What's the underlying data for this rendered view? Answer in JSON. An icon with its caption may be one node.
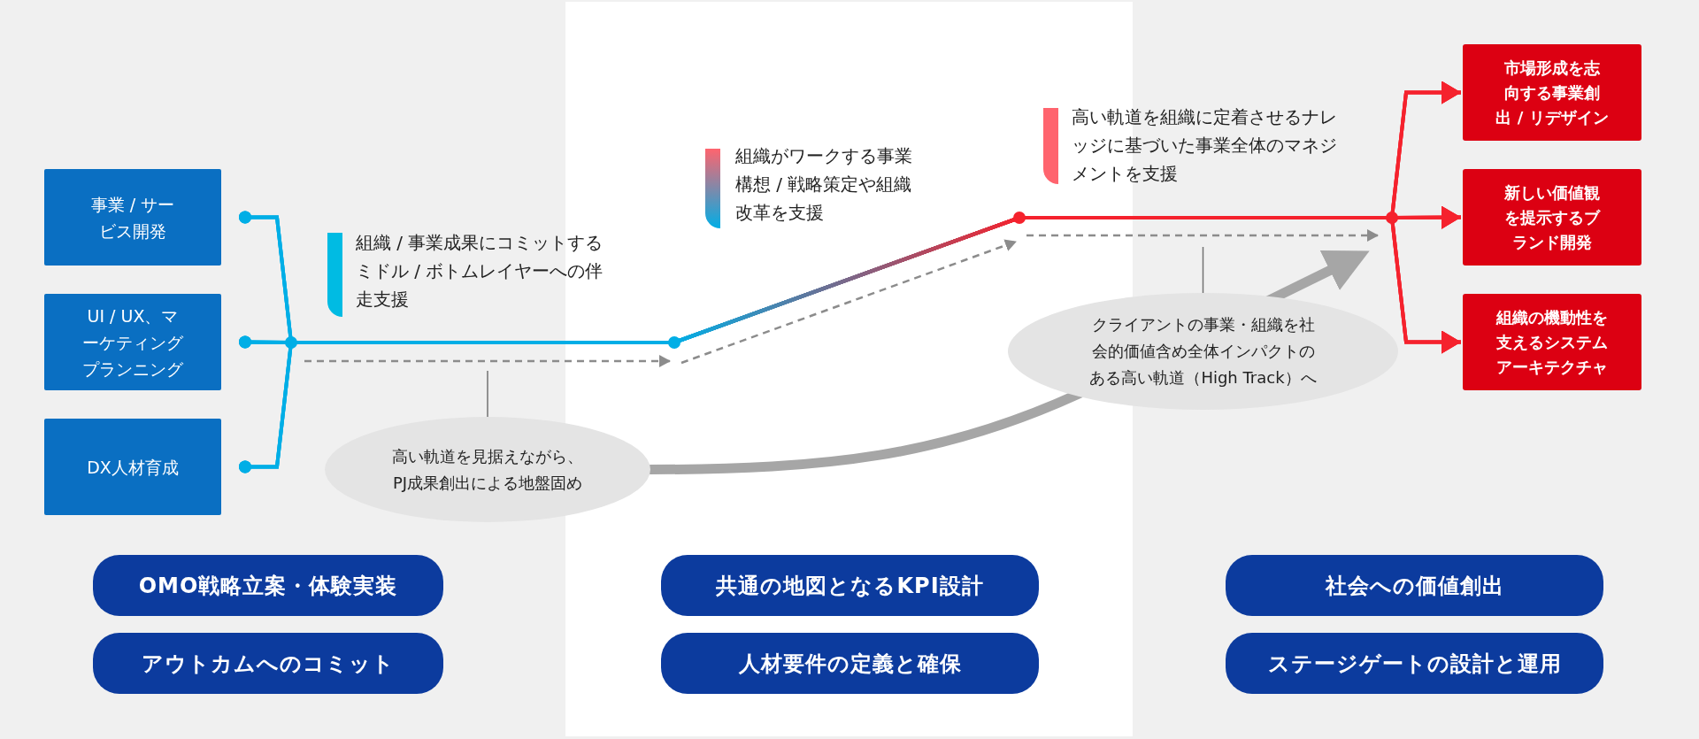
{
  "diagram": {
    "nodes": [
      {
        "text": [
          "事業 / サービス開発"
        ]
      },
      {
        "text": [
          "UI / UX、マーケティングプランニング"
        ]
      },
      {
        "text": [
          "DX人材育成"
        ]
      },
      {
        "text": [
          "市場形成を志向する事業創出 / リデザイン"
        ]
      },
      {
        "text": [
          "新しい価値観を提示するブランド開発"
        ]
      },
      {
        "text": [
          "組織の機動性を支えるシステムアーキテクチャ"
        ]
      },
      {
        "text": [
          "高い軌道を見据えながら、PJ成果創出による地盤固め"
        ]
      },
      {
        "text": [
          "クライアントの事業・組織を社会的価値含め全体インパクトのある高い軌道（High Track）へ"
        ]
      },
      {
        "text": [
          "OMO戦略立案・体験実装"
        ]
      },
      {
        "text": [
          "アウトカムへのコミット"
        ]
      },
      {
        "text": [
          "共通の地図となるKPI設計"
        ]
      },
      {
        "text": [
          "人材要件の定義と確保"
        ]
      },
      {
        "text": [
          "社会への価値創出"
        ]
      },
      {
        "text": [
          "ステージゲートの設計と運用"
        ]
      }
    ],
    "edges": [
      {
        "from": 0,
        "to": 3,
        "arrow": "to"
      },
      {
        "from": 0,
        "to": 4,
        "arrow": "to"
      },
      {
        "from": 0,
        "to": 5,
        "arrow": "to"
      },
      {
        "from": 1,
        "to": 3,
        "arrow": "to"
      },
      {
        "from": 1,
        "to": 4,
        "arrow": "to"
      },
      {
        "from": 1,
        "to": 5,
        "arrow": "to"
      },
      {
        "from": 2,
        "to": 3,
        "arrow": "to"
      },
      {
        "from": 2,
        "to": 4,
        "arrow": "to"
      },
      {
        "from": 2,
        "to": 5,
        "arrow": "to"
      },
      {
        "from": 6,
        "to": 7,
        "arrow": "to",
        "style": "thick",
        "color": "#a6a6a6"
      },
      {
        "from": 6,
        "to": null,
        "arrow": "none",
        "color": "#737373"
      },
      {
        "from": 7,
        "to": null,
        "arrow": "none",
        "color": "#737373"
      }
    ],
    "labels": [
      "組織 / 事業成果にコミットするミドル / ボトムレイヤーへの伴走支援",
      "組織がワークする事業構想 / 戦略策定や組織改革を支援",
      "高い軌道を組織に定着させるナレッジに基づいた事業全体のマネジメントを支援"
    ]
  }
}
